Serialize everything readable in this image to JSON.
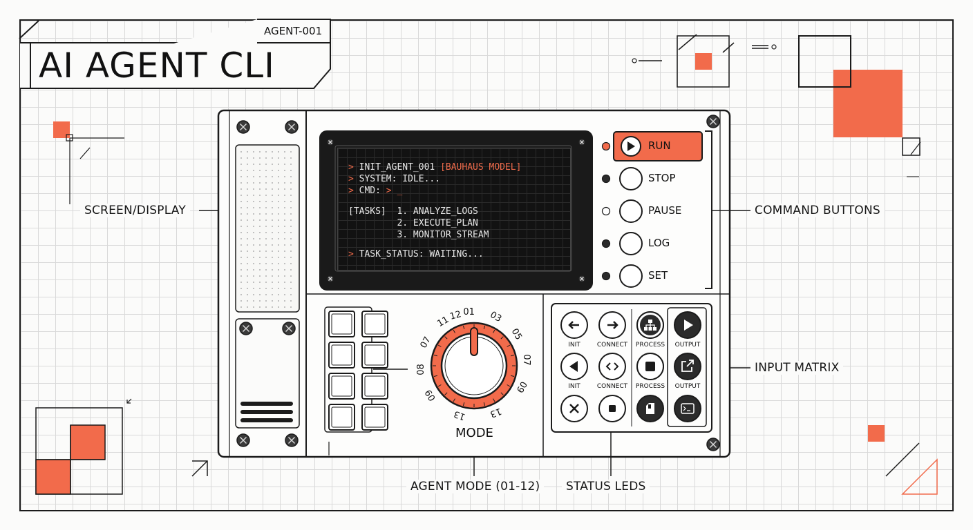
{
  "header": {
    "title": "AI AGENT CLI",
    "agent_id": "AGENT-001"
  },
  "terminal": {
    "lines": [
      {
        "prefix": "> ",
        "text": "INIT_AGENT_001 ",
        "highlight": "[BAUHAUS MODEL]"
      },
      {
        "prefix": "> ",
        "text": "SYSTEM: IDLE..."
      },
      {
        "prefix": "> ",
        "text": "CMD: ",
        "highlight": "> _"
      },
      {
        "text": "[TASKS]  1. ANALYZE_LOGS"
      },
      {
        "text": "         2. EXECUTE_PLAN"
      },
      {
        "text": "         3. MONITOR_STREAM"
      },
      {
        "prefix": "> ",
        "text": "TASK_STATUS: WAITING..."
      }
    ]
  },
  "command_buttons": [
    {
      "label": "RUN",
      "active": true,
      "led": "orange"
    },
    {
      "label": "STOP",
      "active": false,
      "led": "dark"
    },
    {
      "label": "PAUSE",
      "active": false,
      "led": "off"
    },
    {
      "label": "LOG",
      "active": false,
      "led": "dark"
    },
    {
      "label": "SET",
      "active": false,
      "led": "dark"
    }
  ],
  "input_matrix": {
    "row1": [
      {
        "label": "INIT",
        "icon": "arrow-left-icon"
      },
      {
        "label": "CONNECT",
        "icon": "arrow-right-icon"
      },
      {
        "label": "PROCESS",
        "icon": "network-icon"
      },
      {
        "label": "OUTPUT",
        "icon": "play-icon"
      }
    ],
    "row2": [
      {
        "label": "INIT",
        "icon": "triangle-left-icon"
      },
      {
        "label": "CONNECT",
        "icon": "code-brackets-icon"
      },
      {
        "label": "PROCESS",
        "icon": "stop-icon"
      },
      {
        "label": "OUTPUT",
        "icon": "external-link-icon"
      }
    ],
    "row3": [
      {
        "icon": "close-icon"
      },
      {
        "icon": "stop-small-icon"
      },
      {
        "icon": "file-icon"
      },
      {
        "icon": "terminal-icon"
      }
    ]
  },
  "dial": {
    "label": "MODE",
    "numbers": [
      "01",
      "03",
      "05",
      "07",
      "09",
      "13",
      "13",
      "09",
      "08",
      "07",
      "11",
      "12"
    ]
  },
  "callouts": {
    "screen": "SCREEN/DISPLAY",
    "command": "COMMAND BUTTONS",
    "input": "INPUT MATRIX",
    "mode": "AGENT MODE (01-12)",
    "status": "STATUS LEDS"
  },
  "colors": {
    "accent": "#f26b4b",
    "ink": "#161616",
    "screen": "#121212",
    "grid": "#d9d9d9"
  }
}
